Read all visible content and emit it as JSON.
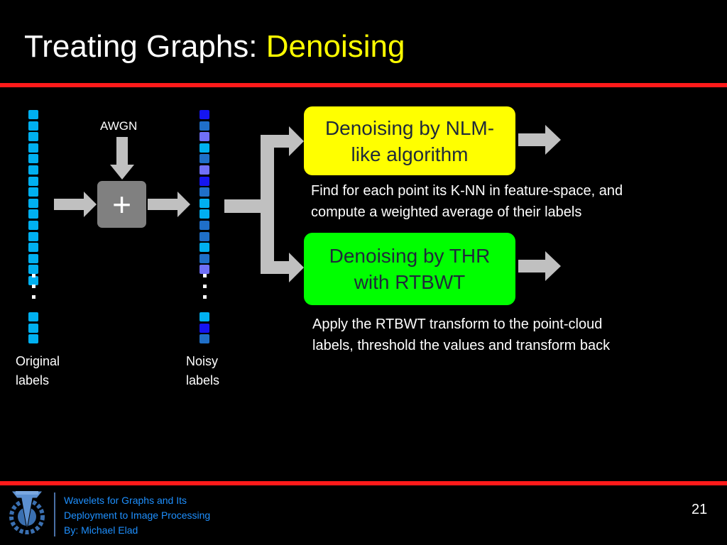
{
  "slide": {
    "title_prefix": "Treating Graphs:",
    "title_highlight": "Denoising",
    "page_number": "21"
  },
  "diagram": {
    "awgn_label": "AWGN",
    "plus_symbol": "+",
    "original_labels": [
      "Original",
      "labels"
    ],
    "noisy_labels": [
      "Noisy",
      "labels"
    ],
    "original_column_colors": [
      "#00b0f0",
      "#00b0f0",
      "#00b0f0",
      "#00b0f0",
      "#00b0f0",
      "#00b0f0",
      "#00b0f0",
      "#00b0f0",
      "#00b0f0",
      "#00b0f0",
      "#00b0f0",
      "#00b0f0",
      "#00b0f0",
      "#00b0f0",
      "#00b0f0",
      "#00b0f0"
    ],
    "original_tail_colors": [
      "#00b0f0",
      "#00b0f0",
      "#00b0f0"
    ],
    "noisy_column_colors": [
      "#1515f0",
      "#1f6fc8",
      "#7070f8",
      "#00b0f0",
      "#1f6fc8",
      "#7070f8",
      "#1515f0",
      "#1f6fc8",
      "#00b0f0",
      "#00b0f0",
      "#1f6fc8",
      "#1f6fc8",
      "#00b0f0",
      "#1f6fc8",
      "#7070f8"
    ],
    "noisy_tail_colors": [
      "#00b0f0",
      "#1515f0",
      "#1f6fc8"
    ],
    "nlm_box": {
      "line1": "Denoising by NLM-",
      "line2": "like algorithm",
      "color": "#ffff00"
    },
    "nlm_desc": [
      "Find for each point its K-NN in feature-space, and",
      "compute a weighted average of their labels"
    ],
    "thr_box": {
      "line1": "Denoising by THR",
      "line2": "with RTBWT",
      "color": "#00ff00"
    },
    "thr_desc": [
      "Apply the RTBWT transform to the point-cloud",
      "labels, threshold the values and transform back"
    ]
  },
  "footer": {
    "line1": "Wavelets for Graphs and Its",
    "line2": "Deployment to Image Processing",
    "line3": "By: Michael Elad"
  },
  "colors": {
    "accent_red": "#ff1a1a",
    "title_highlight": "#ffff00",
    "arrow_gray": "#c0c0c0",
    "footer_blue": "#1e90ff"
  }
}
